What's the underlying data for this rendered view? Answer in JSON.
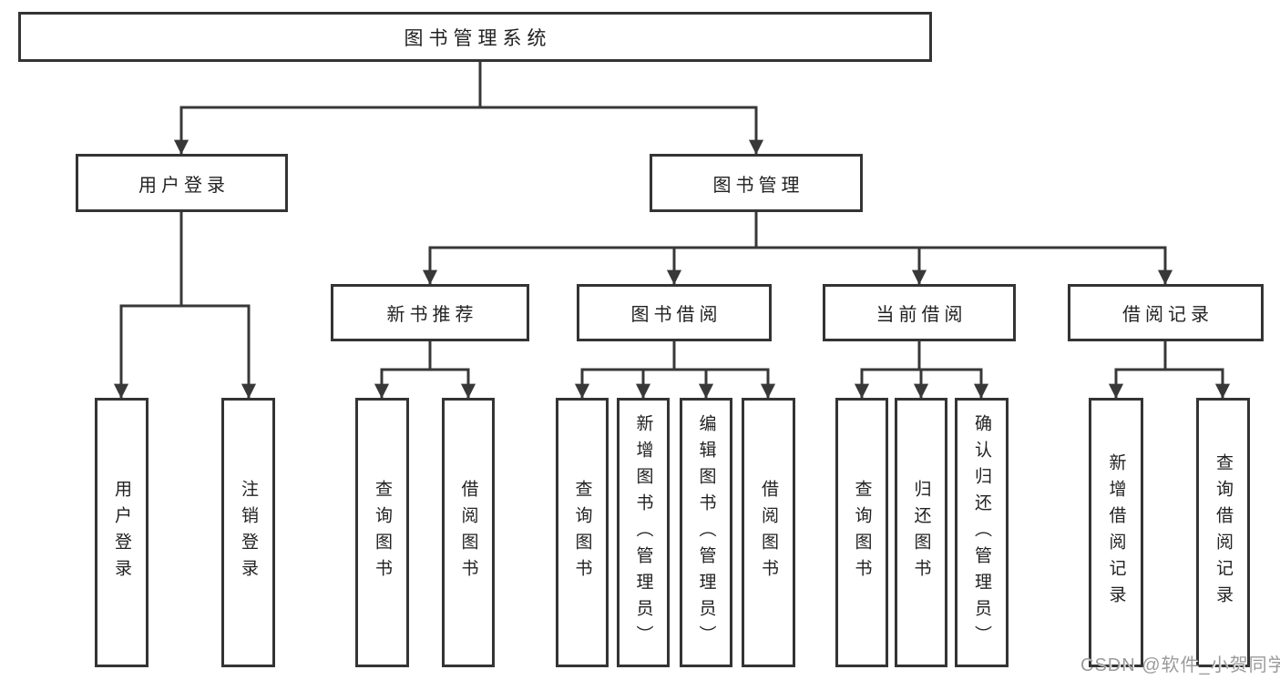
{
  "diagram": {
    "title": "图书管理系统",
    "colors": {
      "line": "#383838",
      "box_border": "#343434",
      "text": "#222222",
      "background": "#ffffff",
      "watermark": "#9b9b9b"
    },
    "tree": {
      "label": "图书管理系统",
      "children": [
        {
          "label": "用户登录",
          "children": [
            {
              "label": "用户登录"
            },
            {
              "label": "注销登录"
            }
          ]
        },
        {
          "label": "图书管理",
          "children": [
            {
              "label": "新书推荐",
              "children": [
                {
                  "label": "查询图书"
                },
                {
                  "label": "借阅图书"
                }
              ]
            },
            {
              "label": "图书借阅",
              "children": [
                {
                  "label": "查询图书"
                },
                {
                  "label": "新增图书（管理员）"
                },
                {
                  "label": "编辑图书（管理员）"
                },
                {
                  "label": "借阅图书"
                }
              ]
            },
            {
              "label": "当前借阅",
              "children": [
                {
                  "label": "查询图书"
                },
                {
                  "label": "归还图书"
                },
                {
                  "label": "确认归还（管理员）"
                }
              ]
            },
            {
              "label": "借阅记录",
              "children": [
                {
                  "label": "新增借阅记录"
                },
                {
                  "label": "查询借阅记录"
                }
              ]
            }
          ]
        }
      ]
    },
    "watermark": {
      "text": "CSDN @软件_小贺同学"
    }
  }
}
